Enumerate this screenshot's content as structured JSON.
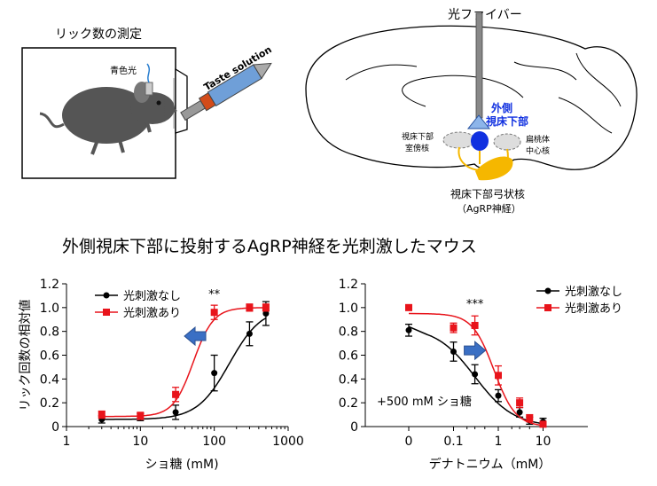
{
  "top_left": {
    "title": "リック数の測定",
    "light_label": "青色光",
    "tube_label": "Taste solution"
  },
  "top_right": {
    "fiber_label": "光ファイバー",
    "lh_label_line1": "外側",
    "lh_label_line2": "視床下部",
    "pvn_line1": "視床下部",
    "pvn_line2": "室傍核",
    "bnst_line1": "扁桃体",
    "bnst_line2": "中心核",
    "arc_line1": "視床下部弓状核",
    "arc_line2": "（AgRP神経）"
  },
  "headline": "外側視床下部に投射するAgRP神経を光刺激したマウス",
  "colors": {
    "no_stim": "#000000",
    "stim": "#e8141b",
    "arrow": "#3a6fc4",
    "lh_blue": "#1030e0",
    "arc_orange": "#f5b700"
  },
  "chart_data": [
    {
      "type": "line",
      "xscale": "log",
      "xlim": [
        1,
        1000
      ],
      "ylim": [
        0,
        1.2
      ],
      "xticks": [
        "1",
        "10",
        "100",
        "1000"
      ],
      "yticks": [
        "0",
        "0.2",
        "0.4",
        "0.6",
        "0.8",
        "1.0",
        "1.2"
      ],
      "xlabel": "ショ糖 (mM)",
      "ylabel": "リック回数の相対値",
      "annotation": "**",
      "legend_position": "top-left",
      "series": [
        {
          "name": "光刺激なし",
          "x": [
            3,
            10,
            30,
            100,
            300,
            500
          ],
          "y": [
            0.06,
            0.08,
            0.12,
            0.45,
            0.78,
            0.95
          ],
          "err": [
            0.03,
            0.03,
            0.06,
            0.15,
            0.1,
            0.1
          ],
          "color": "#000000",
          "marker": "circle"
        },
        {
          "name": "光刺激あり",
          "x": [
            3,
            10,
            30,
            100,
            300,
            500
          ],
          "y": [
            0.1,
            0.09,
            0.27,
            0.96,
            1.0,
            1.0
          ],
          "err": [
            0.03,
            0.03,
            0.06,
            0.06,
            0.03,
            0.03
          ],
          "color": "#e8141b",
          "marker": "square"
        }
      ]
    },
    {
      "type": "line",
      "xscale": "log",
      "xticks": [
        "0",
        "0.1",
        "1",
        "10"
      ],
      "ylim": [
        0,
        1.2
      ],
      "yticks": [
        "0",
        "0.2",
        "0.4",
        "0.6",
        "0.8",
        "1.0",
        "1.2"
      ],
      "xlabel": "デナトニウム（mM）",
      "ylabel": "リック回数の相対値",
      "annotation": "***",
      "inset_text": "+500 mM ショ糖",
      "legend_position": "top-right",
      "series": [
        {
          "name": "光刺激なし",
          "x": [
            0,
            0.1,
            0.3,
            1,
            3,
            5,
            10
          ],
          "y": [
            0.81,
            0.63,
            0.44,
            0.26,
            0.12,
            0.05,
            0.04
          ],
          "err": [
            0.05,
            0.08,
            0.08,
            0.05,
            0.04,
            0.03,
            0.03
          ],
          "color": "#000000",
          "marker": "circle"
        },
        {
          "name": "光刺激あり",
          "x": [
            0,
            0.1,
            0.3,
            1,
            3,
            5,
            10
          ],
          "y": [
            1.0,
            0.83,
            0.85,
            0.43,
            0.2,
            0.07,
            0.02
          ],
          "err": [
            0.02,
            0.04,
            0.08,
            0.08,
            0.04,
            0.03,
            0.02
          ],
          "color": "#e8141b",
          "marker": "square"
        }
      ]
    }
  ]
}
